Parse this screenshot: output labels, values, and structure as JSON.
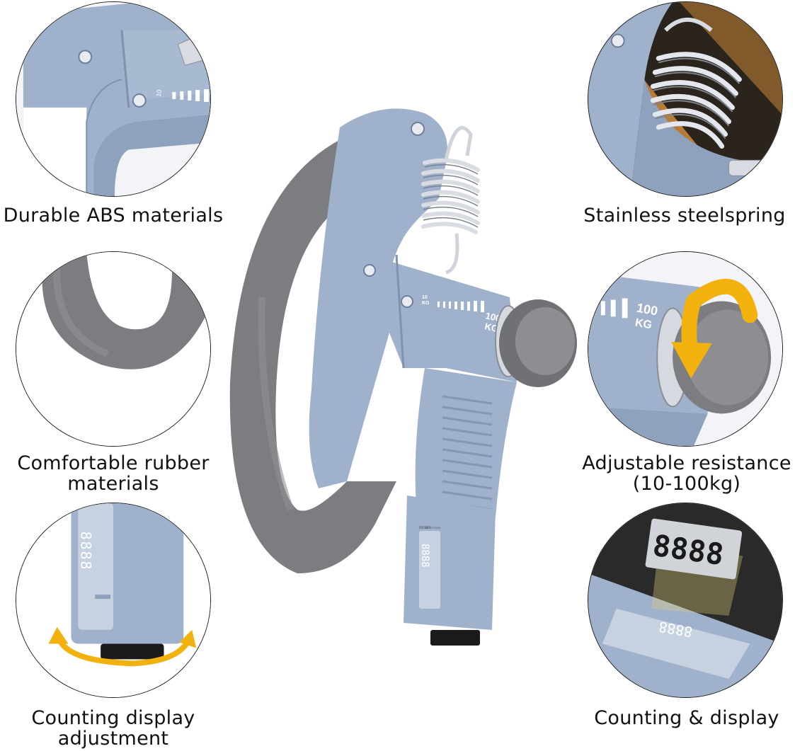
{
  "features": {
    "abs": {
      "caption": "Durable ABS materials"
    },
    "spring": {
      "caption": "Stainless steelspring"
    },
    "rubber": {
      "caption_line1": "Comfortable rubber",
      "caption_line2": "materials"
    },
    "resistance": {
      "caption_line1": "Adjustable resistance",
      "caption_line2": "(10-100kg)"
    },
    "counting_adjust": {
      "caption_line1": "Counting display",
      "caption_line2": "adjustment"
    },
    "counting": {
      "caption": "Counting & display"
    }
  },
  "product": {
    "scale_min": "10",
    "scale_min_unit": "KG",
    "scale_max": "100",
    "scale_max_unit": "KG",
    "display_digits": "8888",
    "reset_label": "RESET",
    "direction_label": "DIRECTION"
  },
  "colors": {
    "body": "#9fb1cb",
    "body_shadow": "#7f92ad",
    "rubber": "#7b7d80",
    "spring": "#c9ced6",
    "arrow": "#f2b10d",
    "display_bg": "#c7d2e0"
  },
  "icons": [
    "rotate-arrow-icon",
    "adjust-arrow-icon"
  ]
}
